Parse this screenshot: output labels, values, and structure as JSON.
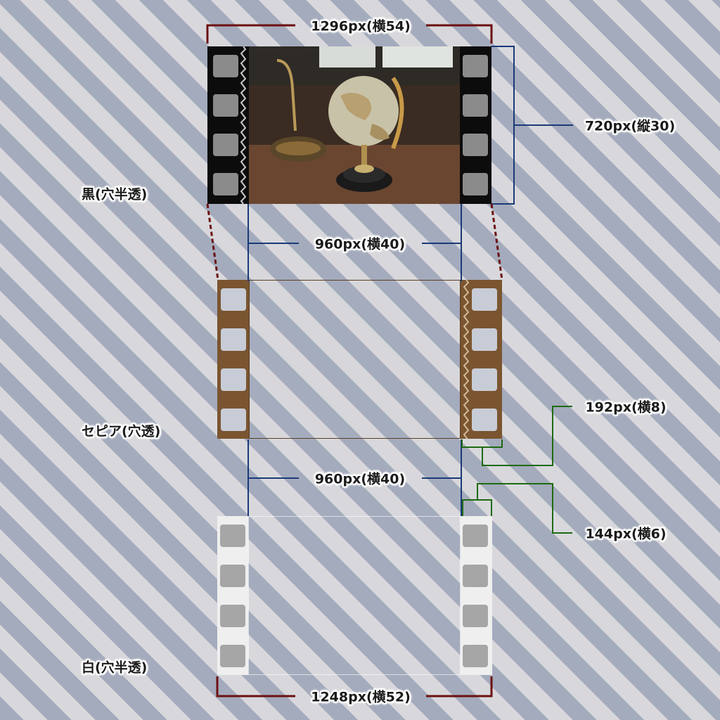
{
  "films": [
    {
      "id": "black",
      "label": "黒(穴半透)",
      "color": "#0c0c0c",
      "hole_color": "rgba(225,225,225,0.6)",
      "notch_color": "#c8c8c8"
    },
    {
      "id": "sepia",
      "label": "セピア(穴透)",
      "color": "#7a5530",
      "hole_color": "#c8ccd6",
      "notch_color": "#d0b898"
    },
    {
      "id": "white",
      "label": "白(穴半透)",
      "color": "#efefef",
      "hole_color": "rgba(105,105,105,0.55)",
      "notch_color": ""
    }
  ],
  "dimensions": {
    "total_width_black": "1296px(横54)",
    "height": "720px(縦30)",
    "frame_width_1": "960px(横40)",
    "frame_width_2": "960px(横40)",
    "sepia_edge": "192px(横8)",
    "white_edge": "144px(横6)",
    "total_width_white": "1248px(横52)"
  },
  "line_colors": {
    "dark_red": "#6b1010",
    "navy": "#1a3a78",
    "green": "#1f6a10"
  }
}
